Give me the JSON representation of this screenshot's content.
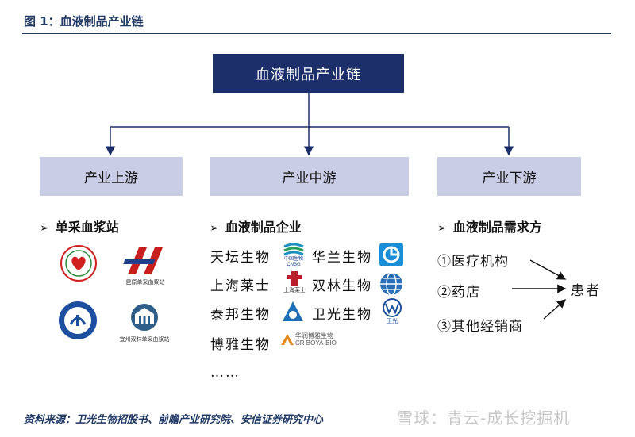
{
  "header": {
    "figure_title": "图 1：血液制品产业链"
  },
  "diagram": {
    "top_box": "血液制品产业链",
    "stages": {
      "upstream": "产业上游",
      "midstream": "产业中游",
      "downstream": "产业下游"
    },
    "upstream_section": {
      "heading": "单采血浆站",
      "logo_captions": [
        "昆原单采血浆站",
        "宜州双林单采血浆站"
      ]
    },
    "midstream_section": {
      "heading": "血液制品企业",
      "companies": [
        "天坛生物",
        "华兰生物",
        "上海莱士",
        "双林生物",
        "泰邦生物",
        "卫光生物",
        "博雅生物"
      ],
      "logo_texts": {
        "tiantan": "中国生物\nCNBG",
        "shanghai": "上海莱士",
        "weiguang": "卫光",
        "boya": "华润博雅生物\nCR BOYA-BIO"
      },
      "ellipsis": "……"
    },
    "downstream_section": {
      "heading": "血液制品需求方",
      "items": [
        "①医疗机构",
        "②药店",
        "③其他经销商"
      ],
      "target": "患者"
    }
  },
  "footer": {
    "source": "资料来源：卫光生物招股书、前瞻产业研究院、安信证券研究中心",
    "watermark": "雪球：青云-成长挖掘机"
  },
  "colors": {
    "title_blue": "#1f3864",
    "top_box": "#1c2f6b",
    "stage_box": "#c9cde5"
  }
}
